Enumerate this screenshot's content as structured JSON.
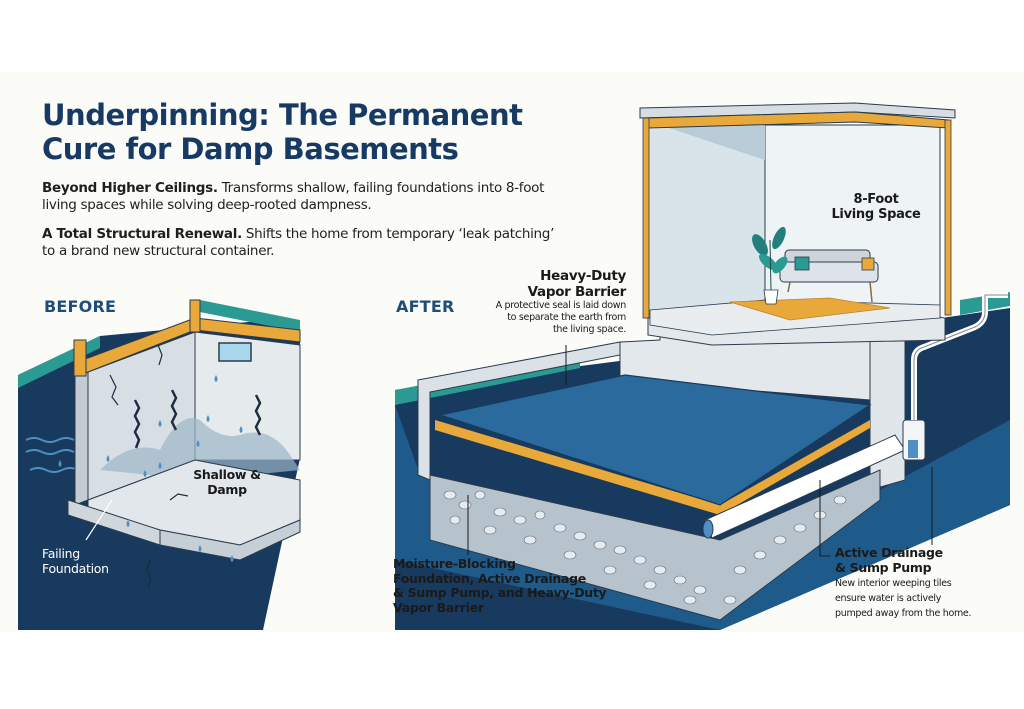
{
  "header": {
    "title_line1": "Underpinning: The Permanent",
    "title_line2": "Cure for Damp Basements"
  },
  "intro": [
    {
      "lead": "Beyond Higher Ceilings.",
      "text": " Transforms shallow, failing foundations into 8-foot living spaces while solving deep-rooted dampness."
    },
    {
      "lead": "A Total Structural Renewal.",
      "text": " Shifts the home from temporary ‘leak patching’ to a brand new structural container."
    }
  ],
  "before": {
    "label": "BEFORE",
    "callouts": {
      "shallow_damp": [
        "Shallow &",
        "Damp"
      ],
      "failing_foundation": [
        "Failing",
        "Foundation"
      ]
    }
  },
  "after": {
    "label": "AFTER",
    "callouts": {
      "vapor_barrier": {
        "heading": [
          "Heavy-Duty",
          "Vapor Barrier"
        ],
        "description": [
          "A protective seal is laid down",
          "to separate the earth from",
          "the living space."
        ]
      },
      "living_space": [
        "8-Foot",
        "Living Space"
      ],
      "moisture_blocking": [
        "Moisture-Blocking",
        "Foundation, Active Drainage",
        "& Sump Pump, and Heavy-Duty",
        "Vapor Barrier"
      ],
      "drainage": {
        "heading": [
          "Active Drainage",
          "& Sump Pump"
        ],
        "description": [
          "New interior weeping tiles",
          "ensure water is actively",
          "pumped away from the home."
        ]
      }
    }
  },
  "colors": {
    "title": "#163a63",
    "section_label": "#1e4d78",
    "soil_dark": "#173a5e",
    "grass_teal": "#2a9a93",
    "timber_orange": "#e9a83a",
    "concrete": "#d6dde2",
    "vapor_blue": "#2a6a9c",
    "gravel": "#b7c3cc",
    "card_bg": "#fbfbf8"
  }
}
